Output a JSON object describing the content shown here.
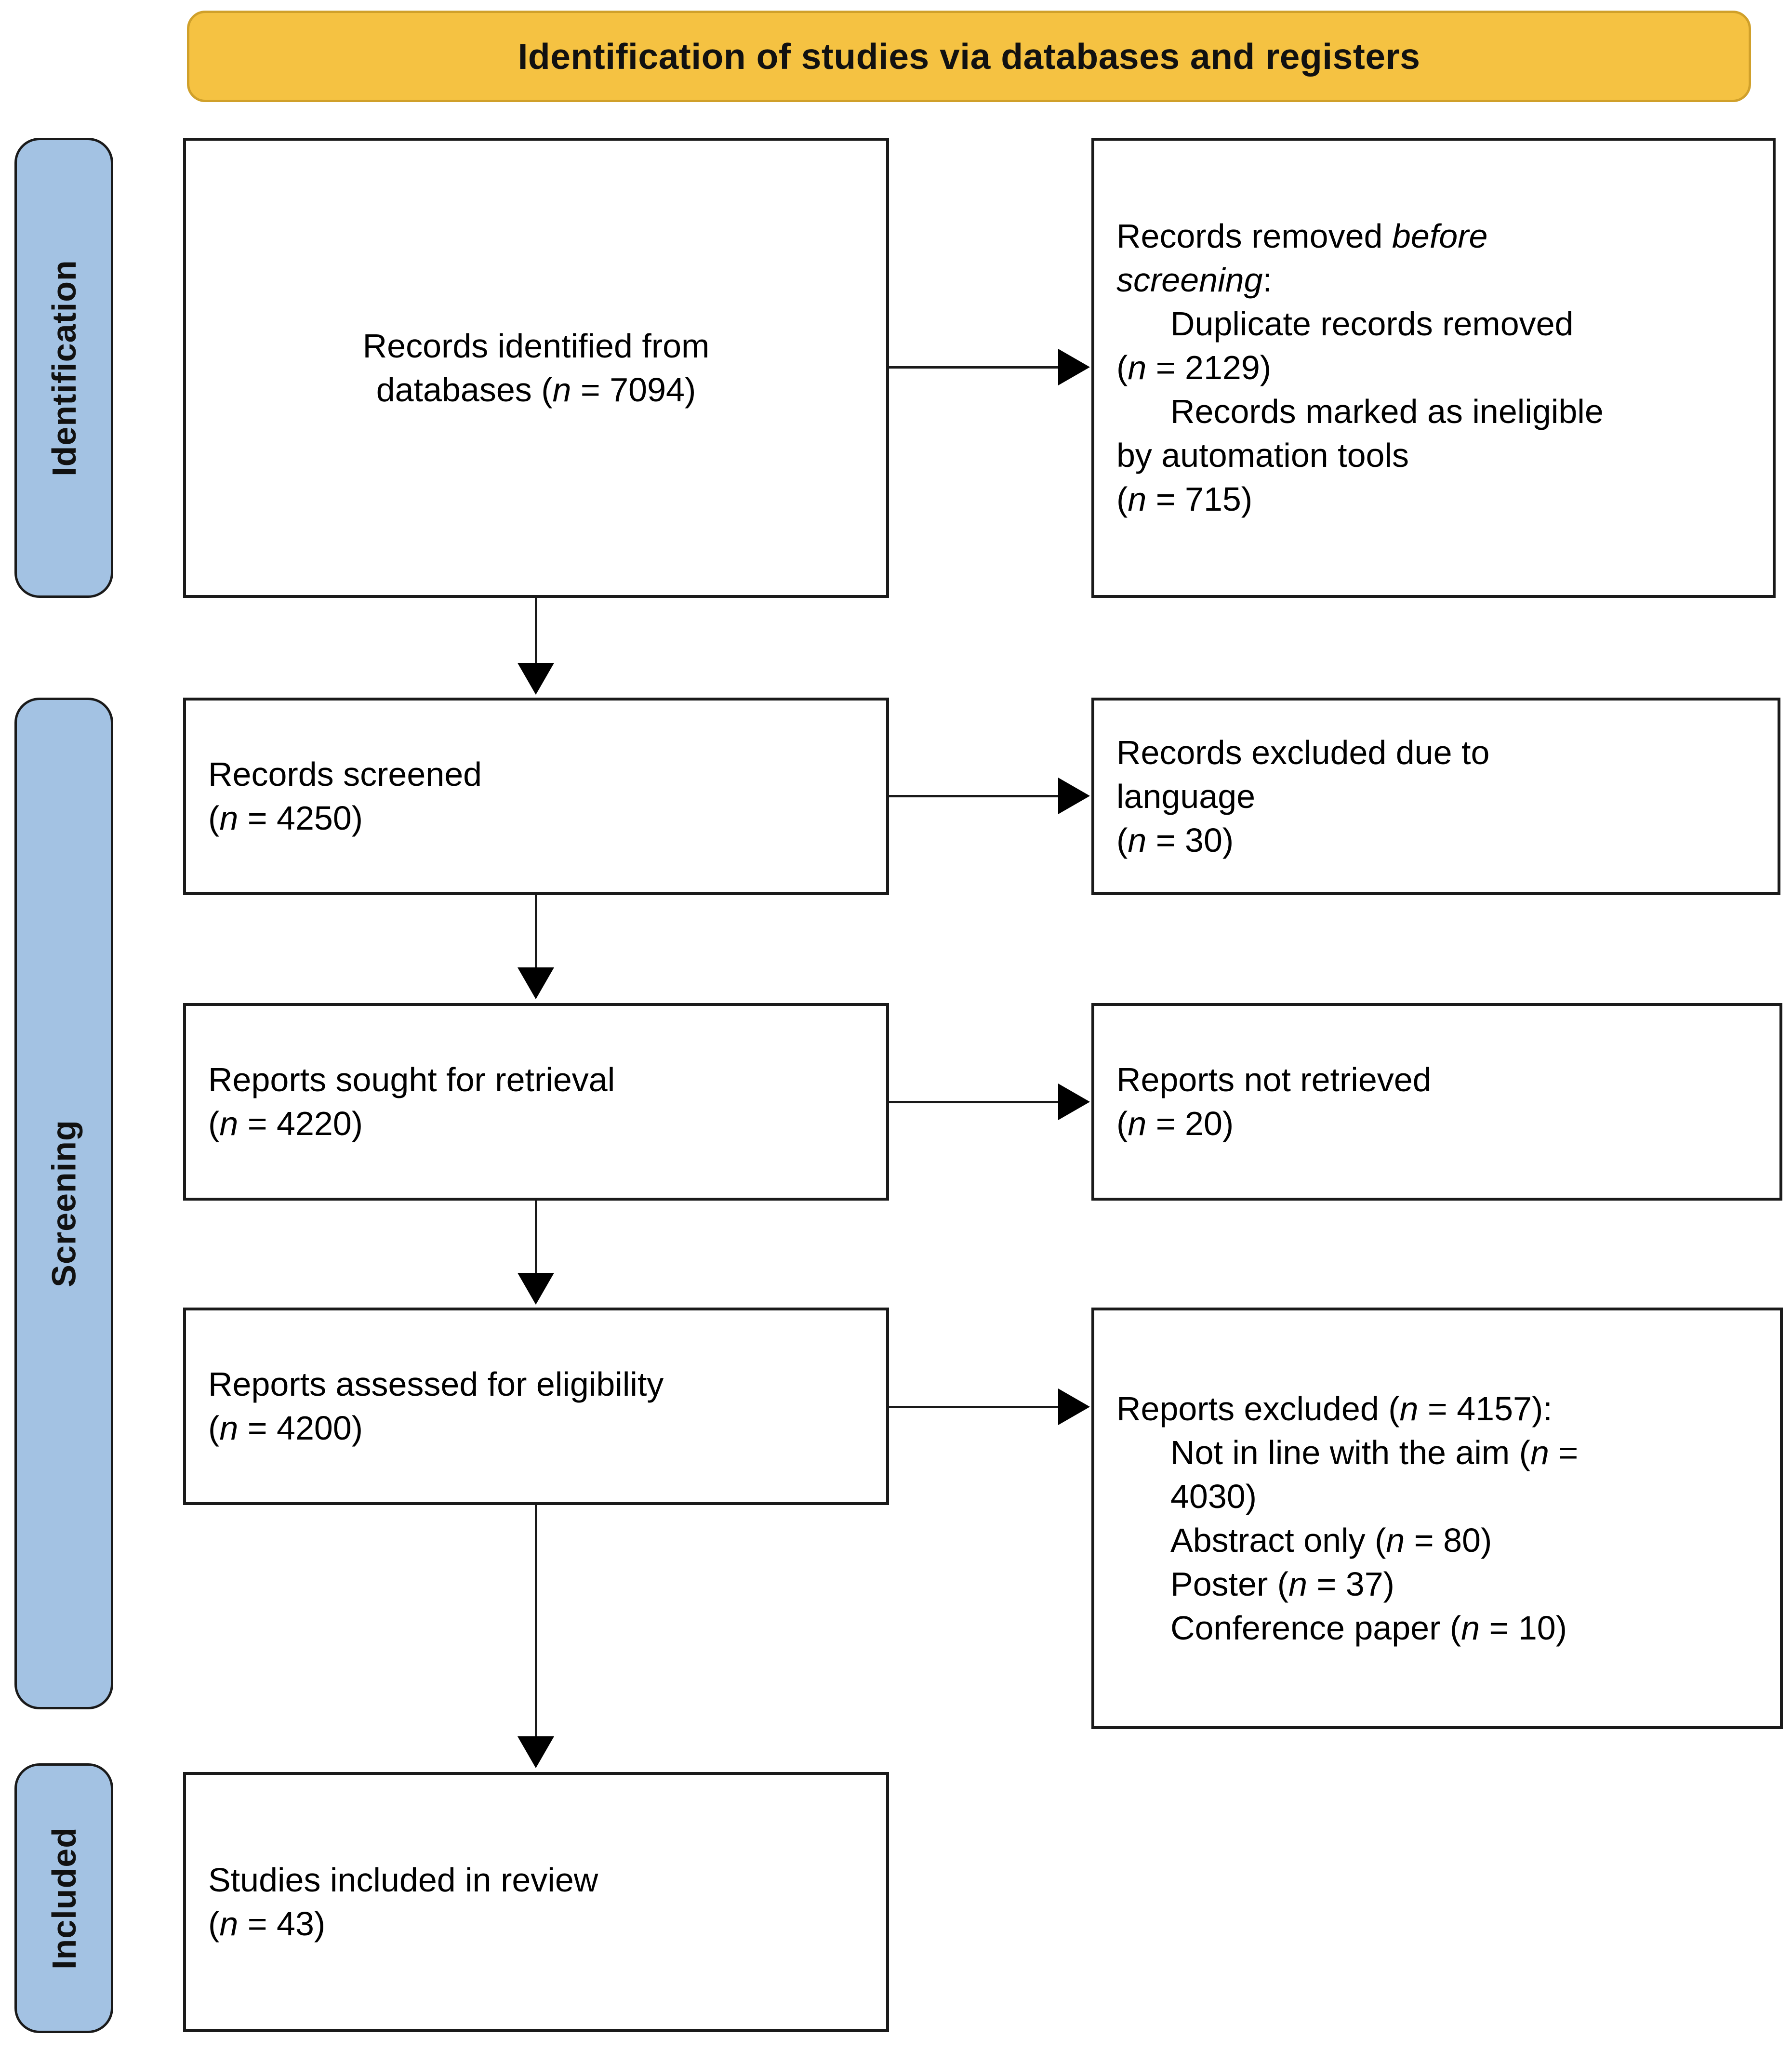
{
  "banner": {
    "title": "Identification of studies via databases and registers"
  },
  "colors": {
    "banner_fill": "#F5C242",
    "banner_border": "#D0A02A",
    "stage_fill": "#A3C2E3",
    "box_border": "#1a1a1a",
    "text": "#000000"
  },
  "stages": [
    {
      "id": "identification",
      "label": "Identification"
    },
    {
      "id": "screening",
      "label": "Screening"
    },
    {
      "id": "included",
      "label": "Included"
    }
  ],
  "boxes": {
    "identified": {
      "line1": "Records identified from",
      "line2_pre": "databases (",
      "line2_n": "n",
      "line2_post": " = 7094)"
    },
    "removed": {
      "head_pre": "Records removed ",
      "head_em1": "before",
      "head_em2": "screening",
      "head_post": ":",
      "item1": "Duplicate records removed",
      "item1_count_pre": "(",
      "item1_count_n": "n",
      "item1_count_post": " = 2129)",
      "item2": "Records marked as ineligible",
      "item2b": "by automation tools",
      "item2_count_pre": "(",
      "item2_count_n": "n",
      "item2_count_post": " = 715)"
    },
    "screened": {
      "line1": "Records screened",
      "count_pre": "(",
      "count_n": "n",
      "count_post": " = 4250)"
    },
    "language": {
      "line1": "Records excluded due to",
      "line2": "language",
      "count_pre": "(",
      "count_n": "n",
      "count_post": " = 30)"
    },
    "sought": {
      "line1": "Reports sought for retrieval",
      "count_pre": "(",
      "count_n": "n",
      "count_post": " = 4220)"
    },
    "not_retrieved": {
      "line1": "Reports not retrieved",
      "count_pre": "(",
      "count_n": "n",
      "count_post": " = 20)"
    },
    "assessed": {
      "line1": "Reports assessed for eligibility",
      "count_pre": "(",
      "count_n": "n",
      "count_post": " = 4200)"
    },
    "excluded": {
      "head_pre": "Reports excluded (",
      "head_n": "n",
      "head_post": " = 4157):",
      "r1_pre": "Not in line with the aim (",
      "r1_n": "n",
      "r1_post": " =",
      "r1_cont": "4030)",
      "r2_pre": "Abstract only (",
      "r2_n": "n",
      "r2_post": " = 80)",
      "r3_pre": "Poster (",
      "r3_n": "n",
      "r3_post": " = 37)",
      "r4_pre": "Conference paper (",
      "r4_n": "n",
      "r4_post": " = 10)"
    },
    "included": {
      "line1": "Studies included in review",
      "count_pre": "(",
      "count_n": "n",
      "count_post": " = 43)"
    }
  },
  "chart_data": {
    "type": "diagram",
    "title": "Identification of studies via databases and registers",
    "flow": [
      {
        "stage": "Identification",
        "node": "Records identified from databases",
        "n": 7094
      },
      {
        "stage": "Identification",
        "node": "Duplicate records removed",
        "n": 2129
      },
      {
        "stage": "Identification",
        "node": "Records marked as ineligible by automation tools",
        "n": 715
      },
      {
        "stage": "Screening",
        "node": "Records screened",
        "n": 4250
      },
      {
        "stage": "Screening",
        "node": "Records excluded due to language",
        "n": 30
      },
      {
        "stage": "Screening",
        "node": "Reports sought for retrieval",
        "n": 4220
      },
      {
        "stage": "Screening",
        "node": "Reports not retrieved",
        "n": 20
      },
      {
        "stage": "Screening",
        "node": "Reports assessed for eligibility",
        "n": 4200
      },
      {
        "stage": "Screening",
        "node": "Reports excluded",
        "n": 4157
      },
      {
        "stage": "Screening",
        "node": "Not in line with the aim",
        "n": 4030
      },
      {
        "stage": "Screening",
        "node": "Abstract only",
        "n": 80
      },
      {
        "stage": "Screening",
        "node": "Poster",
        "n": 37
      },
      {
        "stage": "Screening",
        "node": "Conference paper",
        "n": 10
      },
      {
        "stage": "Included",
        "node": "Studies included in review",
        "n": 43
      }
    ]
  }
}
